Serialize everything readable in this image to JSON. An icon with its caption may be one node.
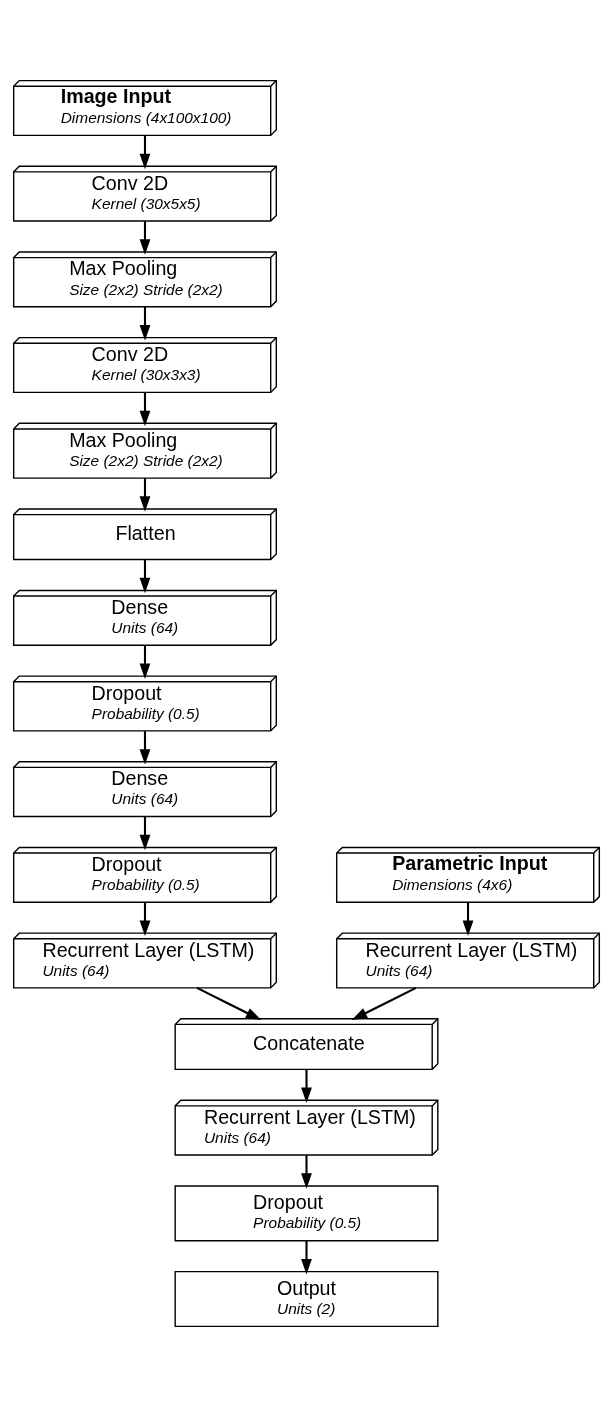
{
  "diagram": {
    "nodes": [
      {
        "text": [
          "Image Input",
          "Dimensions (4x100x100)"
        ]
      },
      {
        "text": [
          "Conv 2D",
          "Kernel (30x5x5)"
        ]
      },
      {
        "text": [
          "Max Pooling",
          "Size (2x2) Stride (2x2)"
        ]
      },
      {
        "text": [
          "Conv 2D",
          "Kernel (30x3x3)"
        ]
      },
      {
        "text": [
          "Max Pooling",
          "Size (2x2) Stride (2x2)"
        ]
      },
      {
        "text": [
          "Flatten"
        ]
      },
      {
        "text": [
          "Dense",
          "Units (64)"
        ]
      },
      {
        "text": [
          "Dropout",
          "Probability (0.5)"
        ]
      },
      {
        "text": [
          "Dense",
          "Units (64)"
        ]
      },
      {
        "text": [
          "Dropout",
          "Probability (0.5)"
        ]
      },
      {
        "text": [
          "Recurrent Layer (LSTM)",
          "Units (64)"
        ]
      },
      {
        "text": [
          "Parametric Input",
          "Dimensions (4x6)"
        ]
      },
      {
        "text": [
          "Recurrent Layer (LSTM)",
          "Units (64)"
        ]
      },
      {
        "text": [
          "Concatenate"
        ]
      },
      {
        "text": [
          "Recurrent Layer (LSTM)",
          "Units (64)"
        ]
      },
      {
        "text": [
          "Dropout",
          "Probability (0.5)"
        ]
      },
      {
        "text": [
          "Output",
          "Units (2)"
        ]
      }
    ],
    "edges": [
      {
        "from": 0,
        "to": 1,
        "arrow": "to"
      },
      {
        "from": 1,
        "to": 2,
        "arrow": "to"
      },
      {
        "from": 2,
        "to": 3,
        "arrow": "to"
      },
      {
        "from": 3,
        "to": 4,
        "arrow": "to"
      },
      {
        "from": 4,
        "to": 5,
        "arrow": "to"
      },
      {
        "from": 5,
        "to": 6,
        "arrow": "to"
      },
      {
        "from": 6,
        "to": 7,
        "arrow": "to"
      },
      {
        "from": 7,
        "to": 8,
        "arrow": "to"
      },
      {
        "from": 8,
        "to": 9,
        "arrow": "to"
      },
      {
        "from": 9,
        "to": 10,
        "arrow": "to"
      },
      {
        "from": 11,
        "to": 12,
        "arrow": "to"
      },
      {
        "from": 10,
        "to": 13,
        "arrow": "to"
      },
      {
        "from": 12,
        "to": 13,
        "arrow": "to"
      },
      {
        "from": 13,
        "to": 14,
        "arrow": "to"
      },
      {
        "from": 14,
        "to": 15,
        "arrow": "to"
      },
      {
        "from": 15,
        "to": 16,
        "arrow": "to"
      }
    ]
  }
}
